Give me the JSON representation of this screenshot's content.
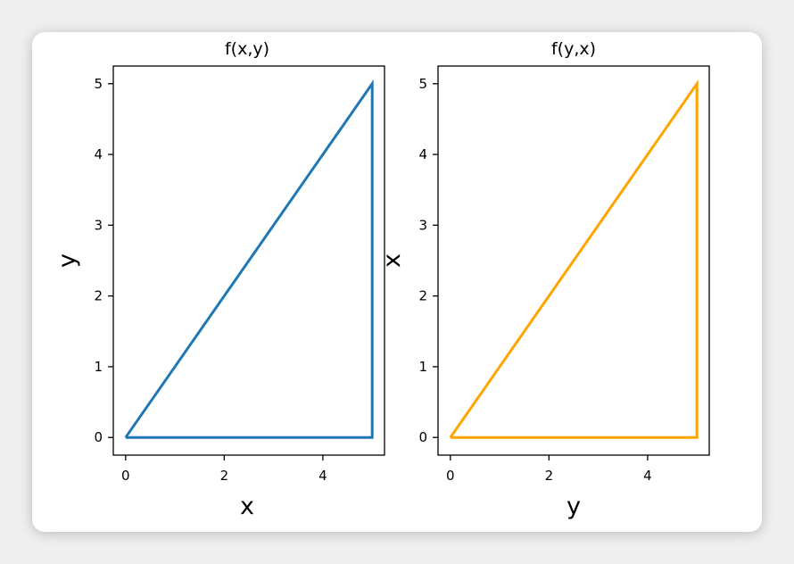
{
  "chart_data": [
    {
      "type": "line",
      "title": "f(x,y)",
      "xlabel": "x",
      "ylabel": "y",
      "xlim": [
        -0.25,
        5.25
      ],
      "ylim": [
        -0.25,
        5.25
      ],
      "xticks": [
        0,
        2,
        4
      ],
      "yticks": [
        0,
        1,
        2,
        3,
        4,
        5
      ],
      "grid": false,
      "series": [
        {
          "color": "#1f77b4",
          "x": [
            0,
            5,
            5,
            0
          ],
          "y": [
            0,
            5,
            0,
            0
          ]
        }
      ]
    },
    {
      "type": "line",
      "title": "f(y,x)",
      "xlabel": "y",
      "ylabel": "x",
      "xlim": [
        -0.25,
        5.25
      ],
      "ylim": [
        -0.25,
        5.25
      ],
      "xticks": [
        0,
        2,
        4
      ],
      "yticks": [
        0,
        1,
        2,
        3,
        4,
        5
      ],
      "grid": false,
      "series": [
        {
          "color": "#ffa500",
          "x": [
            0,
            5,
            5,
            0
          ],
          "y": [
            0,
            5,
            0,
            0
          ]
        }
      ]
    }
  ]
}
